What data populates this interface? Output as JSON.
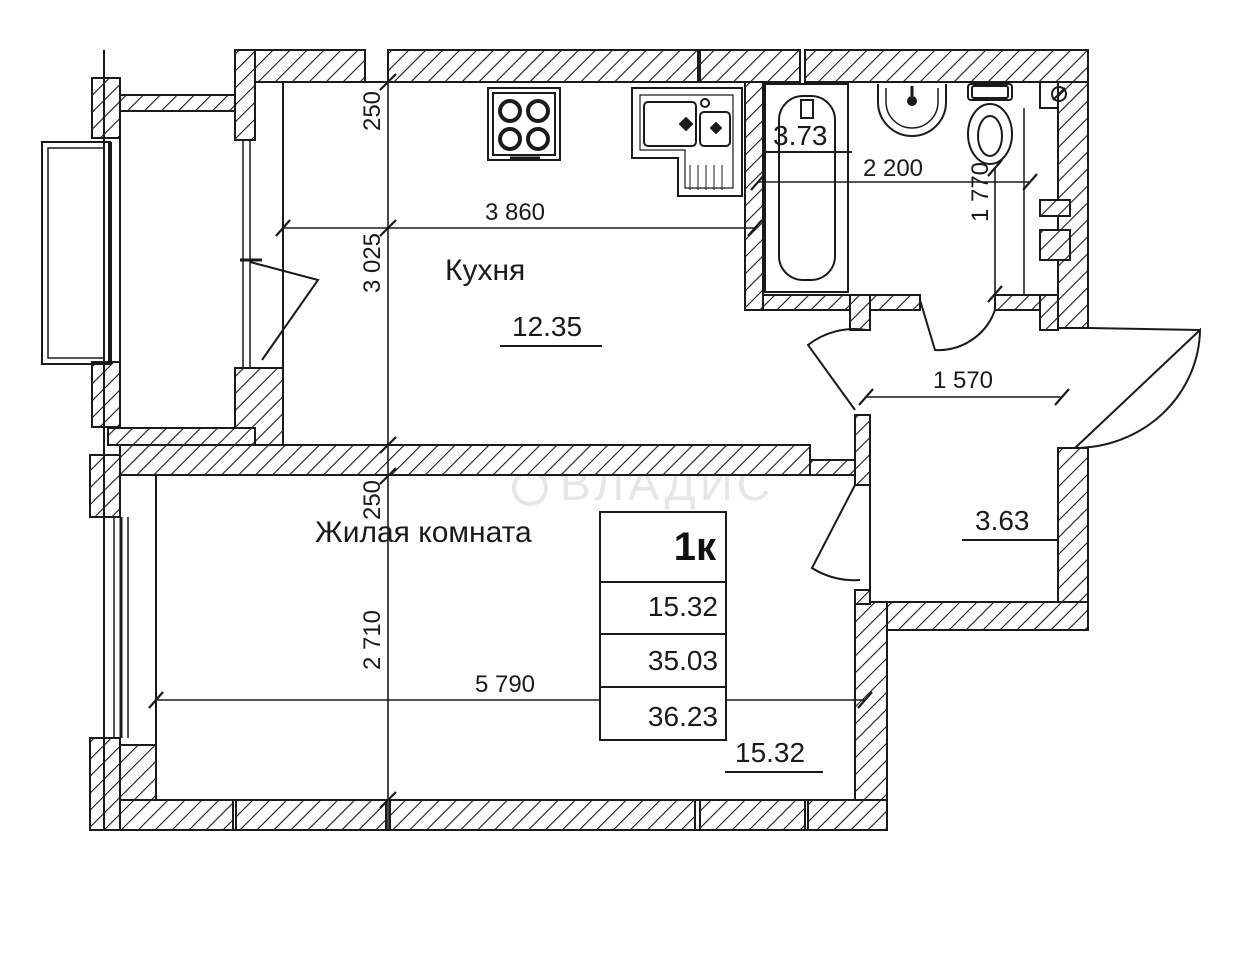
{
  "rooms": {
    "kitchen": {
      "name": "Кухня",
      "area": "12.35"
    },
    "living": {
      "name": "Жилая комната",
      "area": "15.32"
    },
    "bathroom": {
      "area": "3.73"
    },
    "hall": {
      "area": "3.63"
    }
  },
  "summary": {
    "type": "1к",
    "living_area": "15.32",
    "total_area": "35.03",
    "total_with_balcony": "36.23"
  },
  "dimensions": {
    "kitchen_width": "3 860",
    "kitchen_depth": "3 025",
    "top_offset": "250",
    "mid_wall": "250",
    "bath_width": "2 200",
    "bath_depth": "1 770",
    "hall_width": "1 570",
    "living_depth": "2 710",
    "living_width": "5 790"
  },
  "watermark": "ВЛАДИС",
  "colors": {
    "ink": "#1a1a1a",
    "wall_fill": "#ffffff",
    "watermark": "#e6e6e6"
  }
}
